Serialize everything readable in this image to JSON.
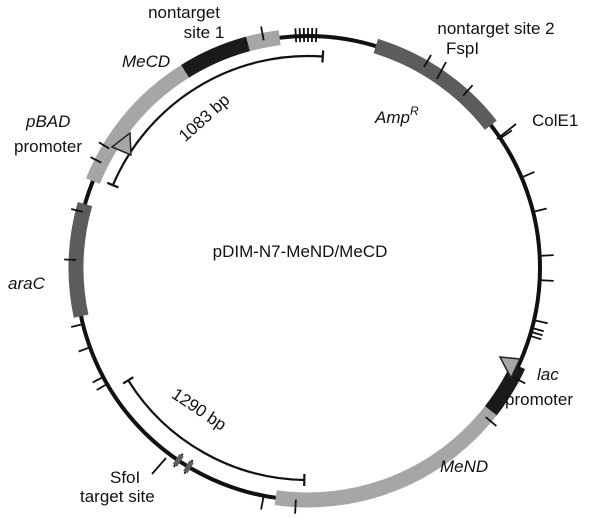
{
  "plasmid": {
    "name": "pDIM-N7-MeND/MeCD",
    "colors": {
      "backbone": "#111111",
      "dark_gray": "#5c5c5c",
      "light_gray": "#a6a6a6",
      "black_feature": "#1a1a1a"
    },
    "labels": {
      "nontarget1_line1": "nontarget",
      "nontarget1_line2": "site 1",
      "nontarget2": "nontarget site 2",
      "fspi": "FspI",
      "ampr": "Amp",
      "ampr_sup": "R",
      "cole1": "ColE1",
      "mecd": "MeCD",
      "pbad_line1": "pBAD",
      "pbad_line2": "promoter",
      "arac": "araC",
      "lac_line1": "lac",
      "lac_line2": "promoter",
      "mend": "MeND",
      "sfoi_line1": "SfoI",
      "sfoi_line2": "target site",
      "dist1": "1083 bp",
      "dist2": "1290 bp"
    }
  }
}
